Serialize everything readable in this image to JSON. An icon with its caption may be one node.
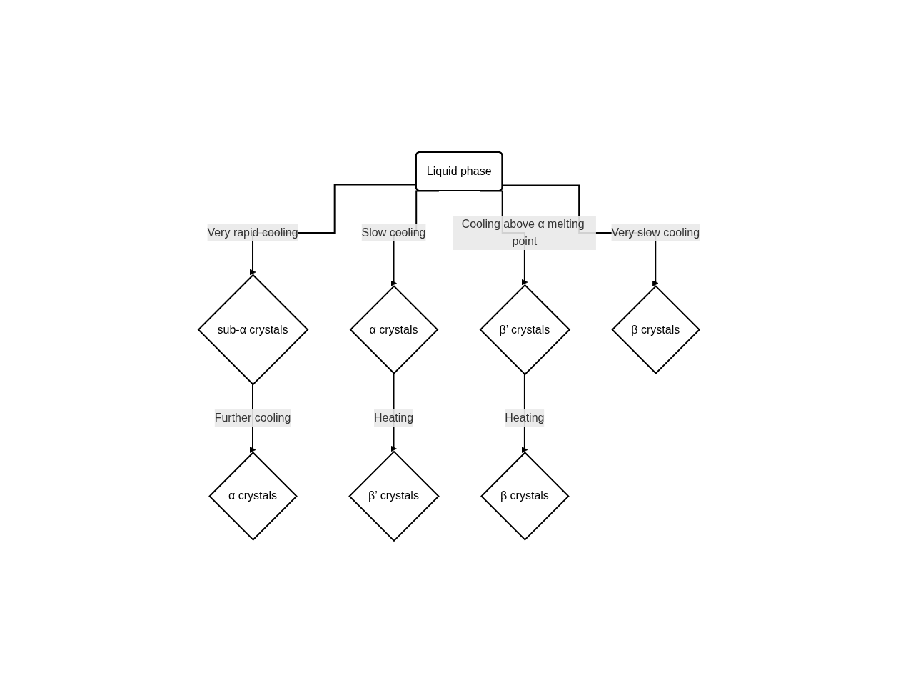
{
  "diagram": {
    "nodes": [
      {
        "text": [
          "Liquid phase"
        ]
      },
      {
        "text": [
          "sub-α crystals"
        ]
      },
      {
        "text": [
          "α crystals"
        ]
      },
      {
        "text": [
          "β’ crystals"
        ]
      },
      {
        "text": [
          "β crystals"
        ]
      },
      {
        "text": [
          "α crystals"
        ]
      },
      {
        "text": [
          "β’ crystals"
        ]
      },
      {
        "text": [
          "β crystals"
        ]
      }
    ],
    "edges": [
      {
        "from": 0,
        "to": 1,
        "arrow": "to",
        "label": "Very rapid cooling"
      },
      {
        "from": 0,
        "to": 2,
        "arrow": "to",
        "label": "Slow cooling"
      },
      {
        "from": 0,
        "to": 3,
        "arrow": "to",
        "label": "Cooling above α melting point"
      },
      {
        "from": 0,
        "to": 4,
        "arrow": "to",
        "label": "Very slow cooling"
      },
      {
        "from": 1,
        "to": 5,
        "arrow": "to",
        "label": "Further cooling"
      },
      {
        "from": 2,
        "to": 6,
        "arrow": "to",
        "label": "Heating"
      },
      {
        "from": 3,
        "to": 7,
        "arrow": "to",
        "label": "Heating"
      }
    ]
  }
}
